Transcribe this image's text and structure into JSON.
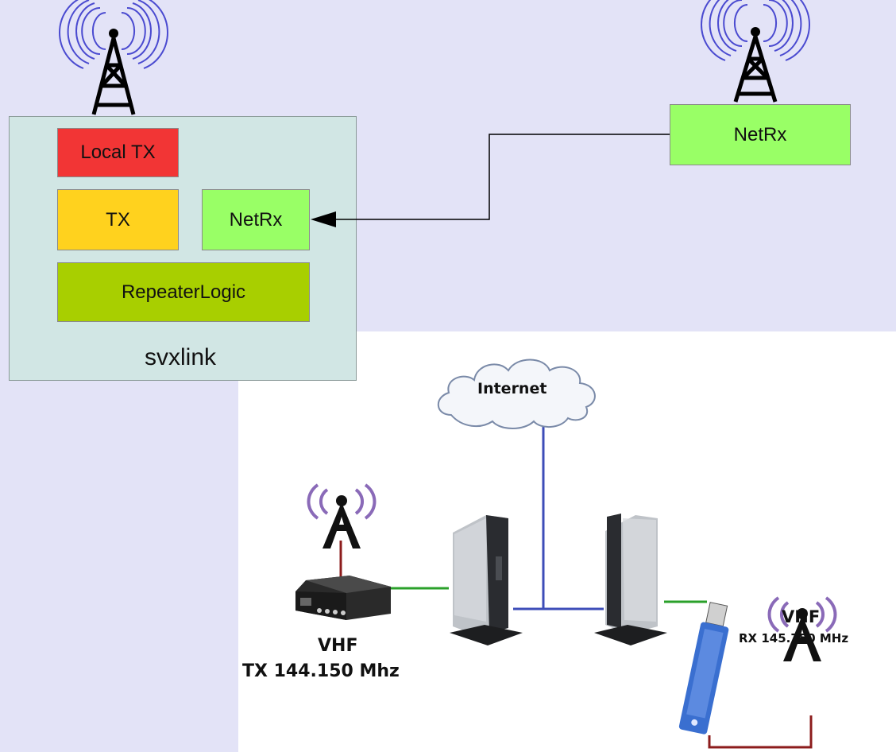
{
  "diagram": {
    "svxlink_box": {
      "label": "svxlink",
      "blocks": {
        "local_tx": "Local TX",
        "tx": "TX",
        "netrx": "NetRx",
        "repeater_logic": "RepeaterLogic"
      }
    },
    "remote_netrx": "NetRx",
    "network": {
      "internet": "Internet",
      "left_radio": {
        "band": "VHF",
        "freq": "TX 144.150 Mhz"
      },
      "right_radio": {
        "band": "VHF",
        "freq": "RX 145.750 MHz"
      }
    },
    "colors": {
      "background": "#e3e3f7",
      "svxlink_box": "#d1e6e4",
      "local_tx": "#f23535",
      "tx": "#ffd21e",
      "netrx": "#99ff66",
      "repeater_logic": "#a8cf00",
      "link_blue": "#3d4db8",
      "link_green": "#2aa02a",
      "cable_red": "#8c1c1c",
      "antenna_waves": "#4a4ad0"
    },
    "icons": [
      "radio-tower-icon",
      "cloud-icon",
      "thin-client-icon",
      "radio-transceiver-icon",
      "usb-sdr-dongle-icon",
      "arrow-icon"
    ]
  }
}
